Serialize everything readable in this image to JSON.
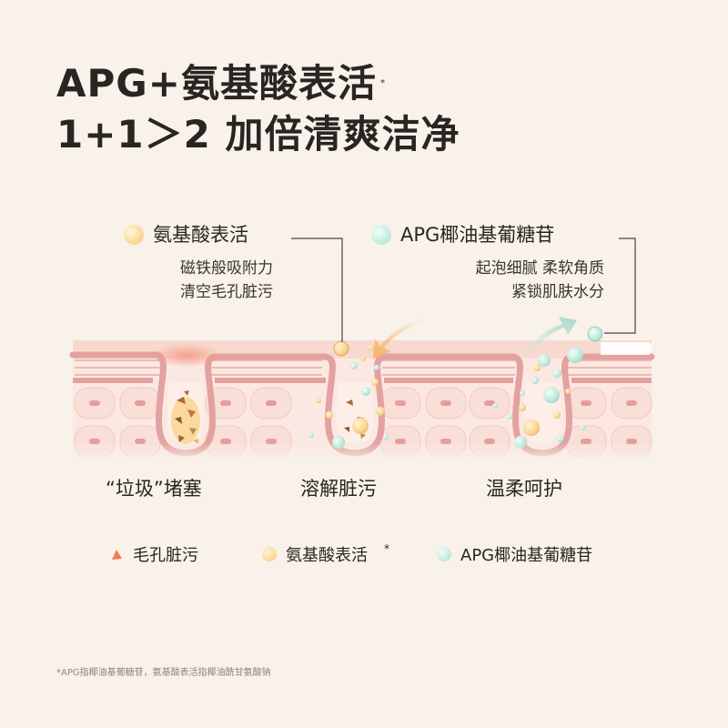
{
  "headline": {
    "line1": "APG+氨基酸表活",
    "line1_mark": "*",
    "line2": "1+1＞2 加倍清爽洁净"
  },
  "callouts": {
    "amino": {
      "title": "氨基酸表活",
      "line1": "磁铁般吸附力",
      "line2": "清空毛孔脏污"
    },
    "apg": {
      "title": "APG椰油基葡糖苷",
      "line1": "起泡细腻 柔软角质",
      "line2": "紧锁肌肤水分"
    }
  },
  "stages": [
    "“垃圾”堵塞",
    "溶解脏污",
    "温柔呵护"
  ],
  "legend": {
    "dirt": "毛孔脏污",
    "amino": "氨基酸表活",
    "amino_mark": "*",
    "apg": "APG椰油基葡糖苷"
  },
  "footnote": "*APG指椰油基葡糖苷，氨基酸表活指椰油酰甘氨酸钠",
  "colors": {
    "background": "#f8f2ea",
    "skin": "#f6d5cd",
    "skin_line": "#e3a1a0",
    "amino": "#f9d491",
    "apg": "#bfe8da",
    "dirt": "#f07d55"
  }
}
